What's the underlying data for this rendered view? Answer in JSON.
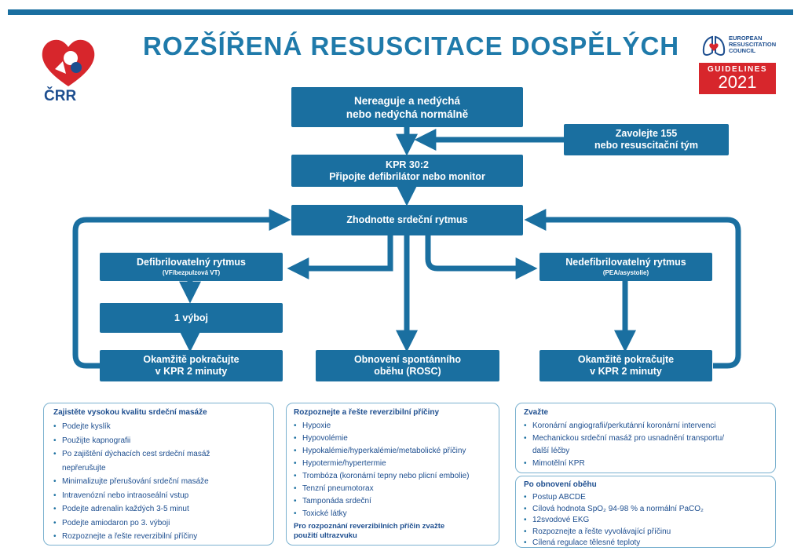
{
  "header": {
    "title": "ROZŠÍŘENÁ RESUSCITACE DOSPĚLÝCH",
    "crr_label": "ČRR",
    "erc_lines": [
      "EUROPEAN",
      "RESUSCITATION",
      "COUNCIL"
    ],
    "guidelines_label": "GUIDELINES",
    "guidelines_year": "2021"
  },
  "flow": {
    "start": [
      "Nereaguje a nedýchá",
      "nebo nedýchá normálně"
    ],
    "call": [
      "Zavolejte 155",
      "nebo resuscitační tým"
    ],
    "cpr": [
      "KPR 30:2",
      "Připojte defibrilátor nebo monitor"
    ],
    "assess": "Zhodnotte srdeční rytmus",
    "shockable": {
      "title": "Defibrilovatelný rytmus",
      "sub": "(VF/bezpulzová VT)"
    },
    "shock": "1 výboj",
    "continue_left": [
      "Okamžitě pokračujte",
      "v KPR 2 minuty"
    ],
    "rosc": [
      "Obnovení spontánního",
      "oběhu (ROSC)"
    ],
    "nonshockable": {
      "title": "Nedefibrilovatelný rytmus",
      "sub": "(PEA/asystolie)"
    },
    "continue_right": [
      "Okamžitě pokračujte",
      "v KPR 2 minuty"
    ]
  },
  "panels": {
    "quality": {
      "title": "Zajistěte vysokou kvalitu srdeční masáže",
      "items": [
        "Podejte kyslík",
        "Použijte kapnografii",
        "Po zajištění dýchacích cest srdeční masáž",
        "nepřerušujte",
        "Minimalizujte přerušování srdeční masáže",
        "Intravenózní nebo intraoseální vstup",
        "Podejte adrenalin každých 3-5 minut",
        "Podejte amiodaron po 3. výboji",
        "Rozpoznejte a řešte reverzibilní příčiny"
      ]
    },
    "causes": {
      "title": "Rozpoznejte a řešte reverzibilní příčiny",
      "items": [
        "Hypoxie",
        "Hypovolémie",
        "Hypokalémie/hyperkalémie/metabolické příčiny",
        "Hypotermie/hypertermie",
        "Trombóza (koronární tepny nebo plicní embolie)",
        "Tenzní pneumotorax",
        "Tamponáda srdeční",
        "Toxické látky"
      ],
      "note": [
        "Pro rozpoznání reverzibilních příčin zvažte",
        "použití ultrazvuku"
      ]
    },
    "consider": {
      "title": "Zvažte",
      "items": [
        "Koronární angiografii/perkutánní koronární intervenci",
        "Mechanickou srdeční masáž pro usnadnění transportu/",
        "další léčby",
        "Mimotělní KPR"
      ]
    },
    "post_rosc": {
      "title": "Po obnovení oběhu",
      "items": [
        "Postup ABCDE",
        "Cílová hodnota SpO₂ 94-98 % a normální PaCO₂",
        "12svodové EKG",
        "Rozpoznejte a řešte vyvolávající příčinu",
        "Cílená regulace tělesné teploty"
      ]
    }
  },
  "colors": {
    "primary": "#1a6fa0",
    "accent": "#d7262c",
    "text": "#1d4e8f"
  }
}
